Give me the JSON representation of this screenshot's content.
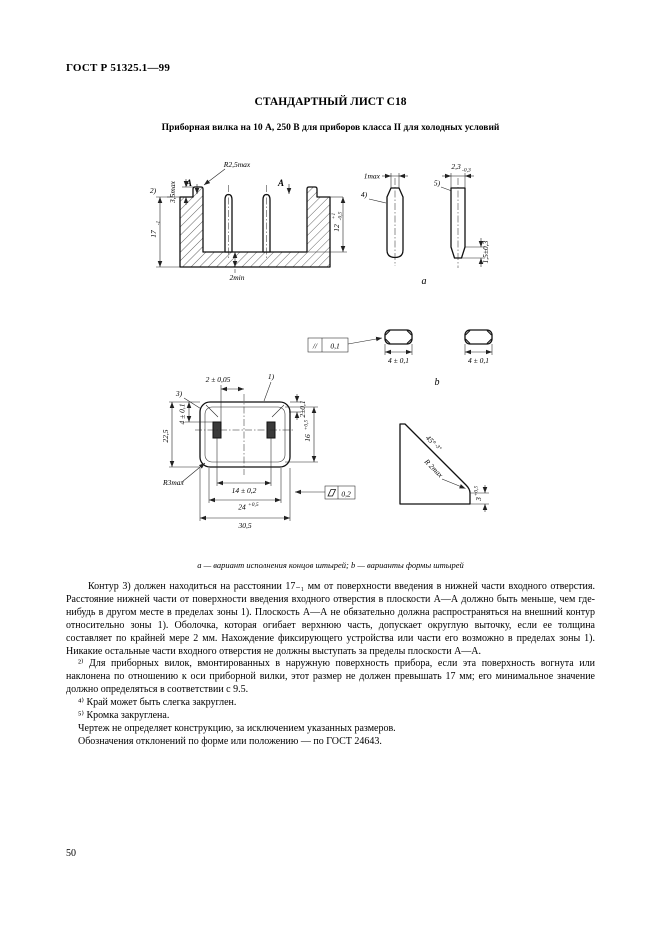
{
  "page": {
    "header": "ГОСТ Р 51325.1—99",
    "title": "СТАНДАРТНЫЙ ЛИСТ С18",
    "subtitle": "Приборная вилка на 10 А, 250 В для приборов класса II для холодных условий",
    "number": "50"
  },
  "figure": {
    "caption": "а — вариант исполнения концов штырей; b — варианты формы штырей",
    "sec": {
      "r25": "R2,5max",
      "h35": "3,5max",
      "a_left": "A",
      "a_right": "A",
      "note2": "2)",
      "d17": "17",
      "d17_tol": "-1",
      "d2min": "2min",
      "d12": "12",
      "d12_top": "+1",
      "d12_bot": "-0,5"
    },
    "ends": {
      "d1max": "1max",
      "note4": "4)",
      "d23": "2,3",
      "d23_tol": "-0,3",
      "note5": "5)",
      "d15": "1,5±0,3",
      "label": "a"
    },
    "cross": {
      "par": "//",
      "par_val": "0,1",
      "d4a": "4 ± 0,1",
      "d4b": "4 ± 0,1",
      "label": "b"
    },
    "face": {
      "d2005": "2 ± 0,05",
      "note1": "1)",
      "note3": "3)",
      "d4": "4 ± 0,1",
      "d225": "22,5",
      "d201": "2±0,1",
      "d16": "16",
      "d16_tol": "+0,5",
      "r3": "R3max",
      "d14": "14 ± 0,2",
      "d24": "24",
      "d24_tol": "+0,5",
      "d305": "30,5",
      "flat": "0,2"
    },
    "corner": {
      "angle": "45°",
      "angle_tol": "-3°",
      "r2": "R 2max",
      "d3": "3",
      "d3_tol": "+0,5"
    }
  },
  "body": {
    "paragraphs": [
      "Контур 3) должен находиться на расстоянии 17₋₁ мм от поверхности введения в нижней части входного отверстия. Расстояние нижней части от поверхности введения входного отверстия в плоскости А—А должно быть меньше, чем где-нибудь в другом месте в пределах зоны 1). Плоскость А—А не обязательно должна распространяться на внешний контур относительно зоны 1). Оболочка, которая огибает верхнюю часть, допускает округлую выточку, если ее толщина составляет по крайней мере 2 мм. Нахождение фиксирующего устройства или части его возможно в пределах зоны 1). Никакие остальные части входного отверстия не должны выступать за пределы плоскости А—А.",
      "²⁾ Для приборных вилок, вмонтированных в наружную поверхность прибора, если эта поверхность вогнута или наклонена по отношению к оси приборной вилки, этот размер не должен превышать 17 мм; его минимальное значение должно определяться в соответствии с 9.5.",
      "⁴⁾ Край может быть слегка закруглен.",
      "⁵⁾ Кромка закруглена.",
      "Чертеж не определяет конструкцию, за исключением указанных размеров.",
      "Обозначения отклонений по форме или положению — по ГОСТ 24643."
    ]
  }
}
